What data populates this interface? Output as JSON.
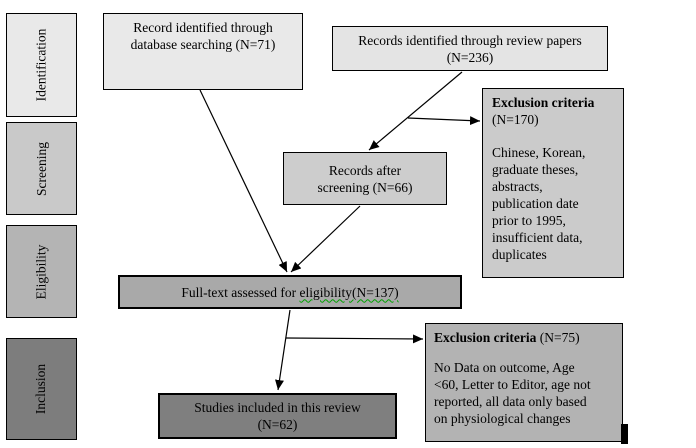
{
  "stages": [
    {
      "label": "Identification"
    },
    {
      "label": "Screening"
    },
    {
      "label": "Eligibility"
    },
    {
      "label": "Inclusion"
    }
  ],
  "boxes": {
    "database_search": {
      "text": "Record identified through\ndatabase searching (N=71)"
    },
    "review_papers": {
      "text": "Records identified through review papers\n(N=236)"
    },
    "exclusion_screening": {
      "title": "Exclusion criteria",
      "count": "(N=170)",
      "body": "Chinese, Korean,\ngraduate theses,\nabstracts,\npublication date\nprior to 1995,\ninsufficient data,\nduplicates"
    },
    "after_screening": {
      "text": "Records after\nscreening (N=66)"
    },
    "full_text": {
      "prefix": "Full-text assessed for ",
      "flagged": "eligibility(N=137)"
    },
    "exclusion_fulltext": {
      "title": "Exclusion criteria",
      "count": " (N=75)",
      "body": "No Data on outcome, Age\n<60, Letter to Editor, age not\nreported, all data only based\non physiological changes"
    },
    "included": {
      "text": "Studies included in this review\n(N=62)"
    }
  },
  "colors": {
    "stage_identification": "#e9e9e9",
    "stage_screening": "#c9c9c9",
    "stage_eligibility": "#b4b4b4",
    "stage_inclusion": "#7d7d7d",
    "box_light": "#e9e9e9",
    "box_review": "#e4e4e4",
    "box_medium": "#cbcbcb",
    "box_fulltext": "#a9a9a9",
    "box_exclusion2": "#b3b3b3",
    "box_included": "#7f7f7f",
    "border": "#000000",
    "spellcheck_squiggle": "#00a000"
  }
}
